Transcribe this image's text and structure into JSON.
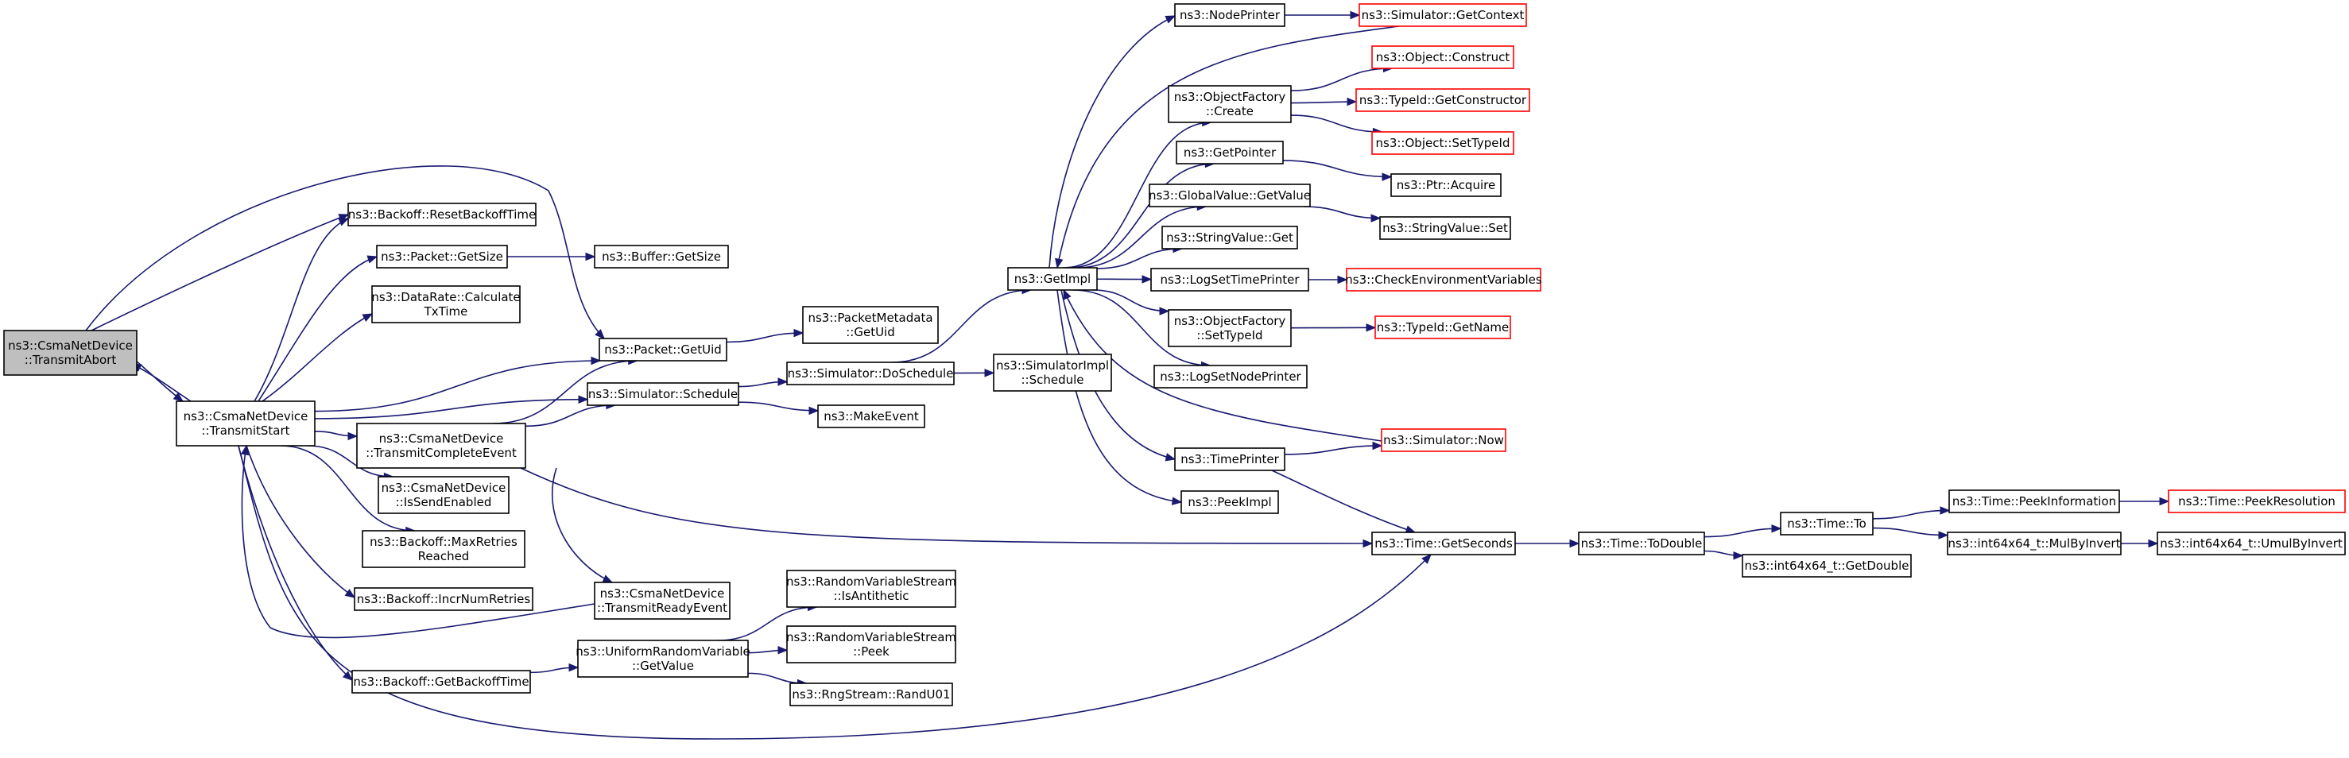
{
  "graph": {
    "edge_color": "#191970",
    "truncated_border_color": "#ff0000",
    "focus_fill": "#bfbfbf",
    "nodes": [
      {
        "id": "transmitAbort",
        "lines": [
          "ns3::CsmaNetDevice",
          "::TransmitAbort"
        ],
        "style": "focus"
      },
      {
        "id": "transmitStart",
        "lines": [
          "ns3::CsmaNetDevice",
          "::TransmitStart"
        ],
        "style": "normal"
      },
      {
        "id": "resetBackoff",
        "lines": [
          "ns3::Backoff::ResetBackoffTime"
        ],
        "style": "normal"
      },
      {
        "id": "packetGetSize",
        "lines": [
          "ns3::Packet::GetSize"
        ],
        "style": "normal"
      },
      {
        "id": "dataRateCalc",
        "lines": [
          "ns3::DataRate::Calculate",
          "TxTime"
        ],
        "style": "normal"
      },
      {
        "id": "packetGetUid",
        "lines": [
          "ns3::Packet::GetUid"
        ],
        "style": "normal"
      },
      {
        "id": "simSchedule",
        "lines": [
          "ns3::Simulator::Schedule"
        ],
        "style": "normal"
      },
      {
        "id": "transmitComplete",
        "lines": [
          "ns3::CsmaNetDevice",
          "::TransmitCompleteEvent"
        ],
        "style": "normal"
      },
      {
        "id": "isSendEnabled",
        "lines": [
          "ns3::CsmaNetDevice",
          "::IsSendEnabled"
        ],
        "style": "normal"
      },
      {
        "id": "maxRetries",
        "lines": [
          "ns3::Backoff::MaxRetries",
          "Reached"
        ],
        "style": "normal"
      },
      {
        "id": "incrNumRetries",
        "lines": [
          "ns3::Backoff::IncrNumRetries"
        ],
        "style": "normal"
      },
      {
        "id": "transmitReady",
        "lines": [
          "ns3::CsmaNetDevice",
          "::TransmitReadyEvent"
        ],
        "style": "normal"
      },
      {
        "id": "getBackoffTime",
        "lines": [
          "ns3::Backoff::GetBackoffTime"
        ],
        "style": "normal"
      },
      {
        "id": "bufferGetSize",
        "lines": [
          "ns3::Buffer::GetSize"
        ],
        "style": "normal"
      },
      {
        "id": "packetMetadataGetUid",
        "lines": [
          "ns3::PacketMetadata",
          "::GetUid"
        ],
        "style": "normal"
      },
      {
        "id": "simDoSchedule",
        "lines": [
          "ns3::Simulator::DoSchedule"
        ],
        "style": "normal"
      },
      {
        "id": "makeEvent",
        "lines": [
          "ns3::MakeEvent"
        ],
        "style": "normal"
      },
      {
        "id": "uniformGetValue",
        "lines": [
          "ns3::UniformRandomVariable",
          "::GetValue"
        ],
        "style": "normal"
      },
      {
        "id": "rvsIsAntithetic",
        "lines": [
          "ns3::RandomVariableStream",
          "::IsAntithetic"
        ],
        "style": "normal"
      },
      {
        "id": "rvsPeek",
        "lines": [
          "ns3::RandomVariableStream",
          "::Peek"
        ],
        "style": "normal"
      },
      {
        "id": "rngRandU01",
        "lines": [
          "ns3::RngStream::RandU01"
        ],
        "style": "normal"
      },
      {
        "id": "simImplSchedule",
        "lines": [
          "ns3::SimulatorImpl",
          "::Schedule"
        ],
        "style": "normal"
      },
      {
        "id": "getImpl",
        "lines": [
          "ns3::GetImpl"
        ],
        "style": "normal"
      },
      {
        "id": "nodePrinter",
        "lines": [
          "ns3::NodePrinter"
        ],
        "style": "normal"
      },
      {
        "id": "objFactoryCreate",
        "lines": [
          "ns3::ObjectFactory",
          "::Create"
        ],
        "style": "normal"
      },
      {
        "id": "getPointer",
        "lines": [
          "ns3::GetPointer"
        ],
        "style": "normal"
      },
      {
        "id": "globalValueGetValue",
        "lines": [
          "ns3::GlobalValue::GetValue"
        ],
        "style": "normal"
      },
      {
        "id": "stringValueGet",
        "lines": [
          "ns3::StringValue::Get"
        ],
        "style": "normal"
      },
      {
        "id": "logSetTimePrinter",
        "lines": [
          "ns3::LogSetTimePrinter"
        ],
        "style": "normal"
      },
      {
        "id": "objFactorySetTypeId",
        "lines": [
          "ns3::ObjectFactory",
          "::SetTypeId"
        ],
        "style": "normal"
      },
      {
        "id": "logSetNodePrinter",
        "lines": [
          "ns3::LogSetNodePrinter"
        ],
        "style": "normal"
      },
      {
        "id": "timePrinter",
        "lines": [
          "ns3::TimePrinter"
        ],
        "style": "normal"
      },
      {
        "id": "peekImpl",
        "lines": [
          "ns3::PeekImpl"
        ],
        "style": "normal"
      },
      {
        "id": "simGetContext",
        "lines": [
          "ns3::Simulator::GetContext"
        ],
        "style": "truncated"
      },
      {
        "id": "objectConstruct",
        "lines": [
          "ns3::Object::Construct"
        ],
        "style": "truncated"
      },
      {
        "id": "typeIdGetConstructor",
        "lines": [
          "ns3::TypeId::GetConstructor"
        ],
        "style": "truncated"
      },
      {
        "id": "objectSetTypeId",
        "lines": [
          "ns3::Object::SetTypeId"
        ],
        "style": "truncated"
      },
      {
        "id": "ptrAcquire",
        "lines": [
          "ns3::Ptr::Acquire"
        ],
        "style": "normal"
      },
      {
        "id": "stringValueSet",
        "lines": [
          "ns3::StringValue::Set"
        ],
        "style": "normal"
      },
      {
        "id": "checkEnvVars",
        "lines": [
          "ns3::CheckEnvironmentVariables"
        ],
        "style": "truncated"
      },
      {
        "id": "typeIdGetName",
        "lines": [
          "ns3::TypeId::GetName"
        ],
        "style": "truncated"
      },
      {
        "id": "simNow",
        "lines": [
          "ns3::Simulator::Now"
        ],
        "style": "truncated"
      },
      {
        "id": "timeGetSeconds",
        "lines": [
          "ns3::Time::GetSeconds"
        ],
        "style": "normal"
      },
      {
        "id": "timeToDouble",
        "lines": [
          "ns3::Time::ToDouble"
        ],
        "style": "normal"
      },
      {
        "id": "timeTo",
        "lines": [
          "ns3::Time::To"
        ],
        "style": "normal"
      },
      {
        "id": "int64GetDouble",
        "lines": [
          "ns3::int64x64_t::GetDouble"
        ],
        "style": "normal"
      },
      {
        "id": "timePeekInformation",
        "lines": [
          "ns3::Time::PeekInformation"
        ],
        "style": "normal"
      },
      {
        "id": "int64MulByInvert",
        "lines": [
          "ns3::int64x64_t::MulByInvert"
        ],
        "style": "normal"
      },
      {
        "id": "timePeekResolution",
        "lines": [
          "ns3::Time::PeekResolution"
        ],
        "style": "truncated"
      },
      {
        "id": "int64UmulByInvert",
        "lines": [
          "ns3::int64x64_t::UmulByInvert"
        ],
        "style": "normal"
      }
    ],
    "edges": [
      [
        "transmitAbort",
        "transmitStart"
      ],
      [
        "transmitAbort",
        "resetBackoff"
      ],
      [
        "transmitAbort",
        "packetGetUid"
      ],
      [
        "transmitStart",
        "transmitAbort"
      ],
      [
        "transmitStart",
        "resetBackoff"
      ],
      [
        "transmitStart",
        "packetGetSize"
      ],
      [
        "transmitStart",
        "dataRateCalc"
      ],
      [
        "transmitStart",
        "packetGetUid"
      ],
      [
        "transmitStart",
        "simSchedule"
      ],
      [
        "transmitStart",
        "transmitComplete"
      ],
      [
        "transmitStart",
        "isSendEnabled"
      ],
      [
        "transmitStart",
        "maxRetries"
      ],
      [
        "transmitStart",
        "incrNumRetries"
      ],
      [
        "transmitStart",
        "getBackoffTime"
      ],
      [
        "transmitStart",
        "timeGetSeconds"
      ],
      [
        "packetGetSize",
        "bufferGetSize"
      ],
      [
        "packetGetUid",
        "packetMetadataGetUid"
      ],
      [
        "simSchedule",
        "simDoSchedule"
      ],
      [
        "simSchedule",
        "makeEvent"
      ],
      [
        "transmitComplete",
        "packetGetUid"
      ],
      [
        "transmitComplete",
        "simSchedule"
      ],
      [
        "transmitComplete",
        "transmitReady"
      ],
      [
        "transmitComplete",
        "timeGetSeconds"
      ],
      [
        "transmitReady",
        "transmitStart"
      ],
      [
        "getBackoffTime",
        "uniformGetValue"
      ],
      [
        "uniformGetValue",
        "rvsIsAntithetic"
      ],
      [
        "uniformGetValue",
        "rvsPeek"
      ],
      [
        "uniformGetValue",
        "rngRandU01"
      ],
      [
        "simDoSchedule",
        "simImplSchedule"
      ],
      [
        "simDoSchedule",
        "getImpl"
      ],
      [
        "getImpl",
        "nodePrinter"
      ],
      [
        "getImpl",
        "objFactoryCreate"
      ],
      [
        "getImpl",
        "getPointer"
      ],
      [
        "getImpl",
        "globalValueGetValue"
      ],
      [
        "getImpl",
        "stringValueGet"
      ],
      [
        "getImpl",
        "logSetTimePrinter"
      ],
      [
        "getImpl",
        "objFactorySetTypeId"
      ],
      [
        "getImpl",
        "logSetNodePrinter"
      ],
      [
        "getImpl",
        "timePrinter"
      ],
      [
        "getImpl",
        "peekImpl"
      ],
      [
        "nodePrinter",
        "simGetContext"
      ],
      [
        "simGetContext",
        "getImpl"
      ],
      [
        "objFactoryCreate",
        "objectConstruct"
      ],
      [
        "objFactoryCreate",
        "typeIdGetConstructor"
      ],
      [
        "objFactoryCreate",
        "objectSetTypeId"
      ],
      [
        "getPointer",
        "ptrAcquire"
      ],
      [
        "globalValueGetValue",
        "stringValueSet"
      ],
      [
        "logSetTimePrinter",
        "checkEnvVars"
      ],
      [
        "objFactorySetTypeId",
        "typeIdGetName"
      ],
      [
        "timePrinter",
        "simNow"
      ],
      [
        "timePrinter",
        "timeGetSeconds"
      ],
      [
        "simNow",
        "getImpl"
      ],
      [
        "timeGetSeconds",
        "timeToDouble"
      ],
      [
        "timeToDouble",
        "timeTo"
      ],
      [
        "timeToDouble",
        "int64GetDouble"
      ],
      [
        "timeTo",
        "timePeekInformation"
      ],
      [
        "timeTo",
        "int64MulByInvert"
      ],
      [
        "timePeekInformation",
        "timePeekResolution"
      ],
      [
        "int64MulByInvert",
        "int64UmulByInvert"
      ]
    ]
  }
}
